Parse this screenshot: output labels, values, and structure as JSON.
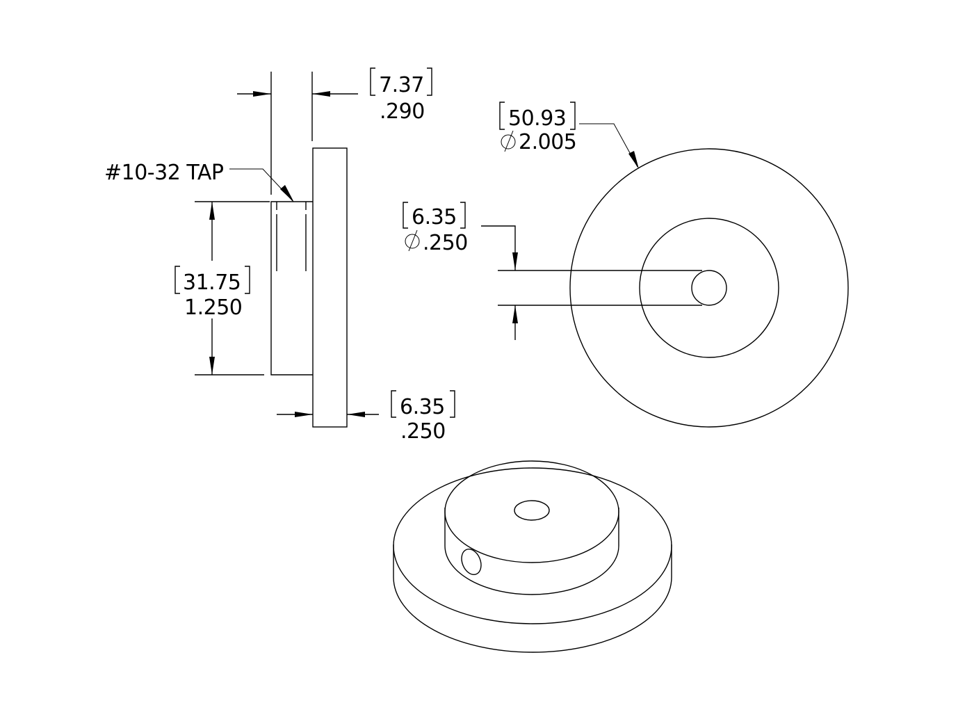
{
  "drawing": {
    "side_view": {
      "tap_note": "#10-32 TAP",
      "boss_width": {
        "mm": "7.37",
        "inch": ".290"
      },
      "boss_height": {
        "mm": "31.75",
        "inch": "1.250"
      },
      "flange_thickness": {
        "mm": "6.35",
        "inch": ".250"
      }
    },
    "front_view": {
      "outer_diameter": {
        "mm": "50.93",
        "inch": "2.005",
        "symbol": "diameter"
      },
      "bore_diameter": {
        "mm": "6.35",
        "inch": ".250",
        "symbol": "diameter"
      }
    },
    "isometric_view": {
      "label": ""
    }
  }
}
